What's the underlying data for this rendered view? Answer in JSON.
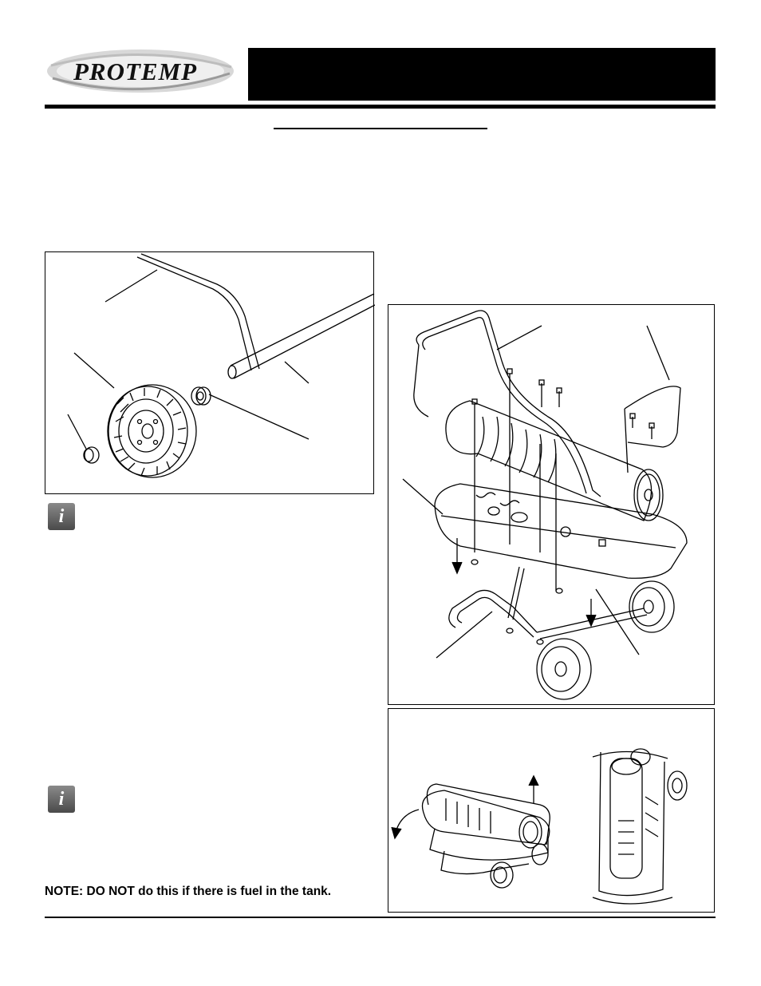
{
  "header": {
    "brand": "PROTEMP"
  },
  "icons": {
    "info_glyph": "i"
  },
  "note": {
    "text": "NOTE: DO NOT do this if there is fuel in the tank."
  },
  "colors": {
    "header_bar": "#000000",
    "icon_gray": "#666666"
  }
}
